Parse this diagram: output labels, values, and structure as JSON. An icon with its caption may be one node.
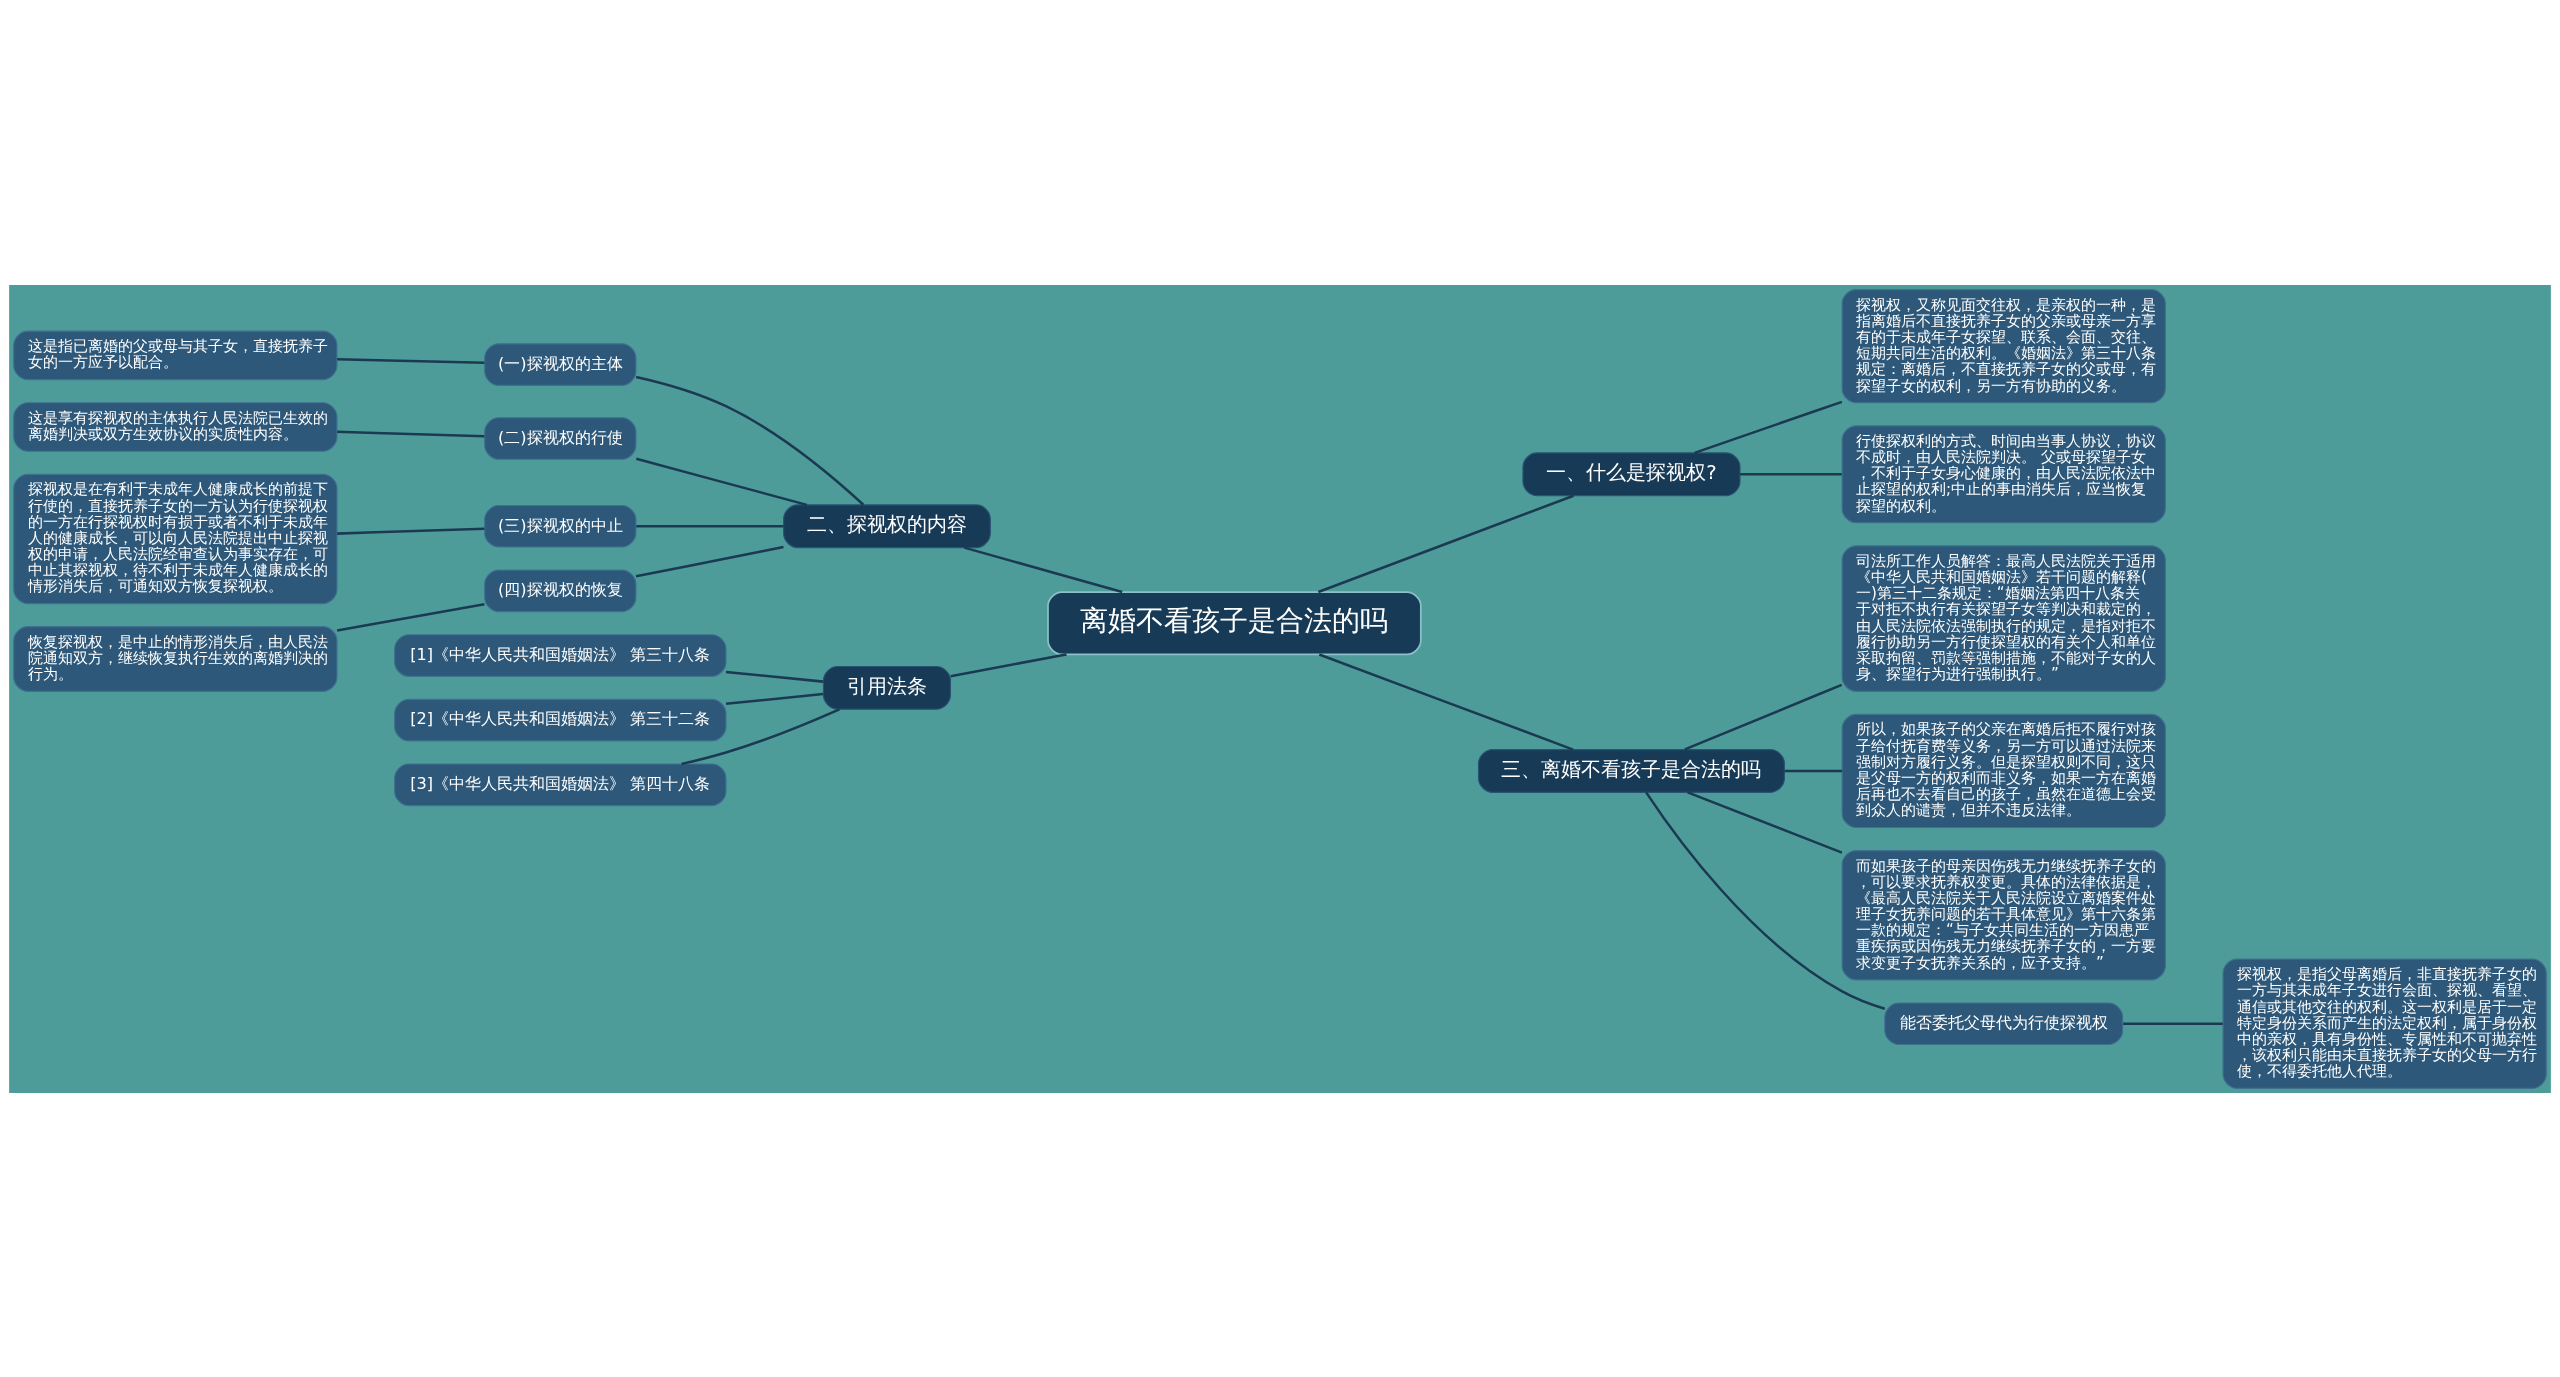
{
  "diagram": {
    "nodes": [
      {
        "text": [
          "离婚不看孩子是合法的吗"
        ]
      },
      {
        "text": [
          "一、什么是探视权?"
        ]
      },
      {
        "text": [
          "探视权，又称见面交往权，是亲权的一种，是指离婚后不直接抚养子女的父亲或母亲一方享有的于未成年子女探望、联系、会面、交往、短期共同生活的权利。《婚姻法》第三十八条规定：离婚后，不直接抚养子女的父或母，有探望子女的权利，另一方有协助的义务。"
        ]
      },
      {
        "text": [
          "行使探权利的方式、时间由当事人协议，协议不成时，由人民法院判决。 父或母探望子女，不利于子女身心健康的，由人民法院依法中止探望的权利;中止的事由消失后，应当恢复探望的权利。"
        ]
      },
      {
        "text": [
          "二、探视权的内容"
        ]
      },
      {
        "text": [
          "(一)探视权的主体"
        ]
      },
      {
        "text": [
          "这是指已离婚的父或母与其子女，直接抚养子女的一方应予以配合。"
        ]
      },
      {
        "text": [
          "(二)探视权的行使"
        ]
      },
      {
        "text": [
          "这是享有探视权的主体执行人民法院已生效的离婚判决或双方生效协议的实质性内容。"
        ]
      },
      {
        "text": [
          "(三)探视权的中止"
        ]
      },
      {
        "text": [
          "探视权是在有利于未成年人健康成长的前提下行使的，直接抚养子女的一方认为行使探视权的一方在行探视权时有损于或者不利于未成年人的健康成长，可以向人民法院提出中止探视权的申请，人民法院经审查认为事实存在，可中止其探视权，待不利于未成年人健康成长的情形消失后，可通知双方恢复探视权。"
        ]
      },
      {
        "text": [
          "(四)探视权的恢复"
        ]
      },
      {
        "text": [
          "恢复探视权，是中止的情形消失后，由人民法院通知双方，继续恢复执行生效的离婚判决的行为。"
        ]
      },
      {
        "text": [
          "三、离婚不看孩子是合法的吗"
        ]
      },
      {
        "text": [
          "司法所工作人员解答：最高人民法院关于适用《中华人民共和国婚姻法》若干问题的解释(一)第三十二条规定：“婚姻法第四十八条关于对拒不执行有关探望子女等判决和裁定的，由人民法院依法强制执行的规定，是指对拒不履行协助另一方行使探望权的有关个人和单位采取拘留、罚款等强制措施，不能对子女的人身、探望行为进行强制执行。”"
        ]
      },
      {
        "text": [
          "所以，如果孩子的父亲在离婚后拒不履行对孩子给付抚育费等义务，另一方可以通过法院来强制对方履行义务。但是探望权则不同，这只是父母一方的权利而非义务，如果一方在离婚后再也不去看自己的孩子，虽然在道德上会受到众人的谴责，但并不违反法律。"
        ]
      },
      {
        "text": [
          "而如果孩子的母亲因伤残无力继续抚养子女的，可以要求抚养权变更。具体的法律依据是，《最高人民法院关于人民法院设立离婚案件处理子女抚养问题的若干具体意见》第十六条第一款的规定：“与子女共同生活的一方因患严重疾病或因伤残无力继续抚养子女的，一方要求变更子女抚养关系的，应予支持。”"
        ]
      },
      {
        "text": [
          "能否委托父母代为行使探视权"
        ]
      },
      {
        "text": [
          "探视权，是指父母离婚后，非直接抚养子女的一方与其未成年子女进行会面、探视、看望、通信或其他交往的权利。这一权利是居于一定特定身份关系而产生的法定权利，属于身份权中的亲权，具有身份性、专属性和不可抛弃性，该权利只能由未直接抚养子女的父母一方行使，不得委托他人代理。"
        ]
      },
      {
        "text": [
          "引用法条"
        ]
      },
      {
        "text": [
          "[1]《中华人民共和国婚姻法》 第三十八条"
        ]
      },
      {
        "text": [
          "[2]《中华人民共和国婚姻法》 第三十二条"
        ]
      },
      {
        "text": [
          "[3]《中华人民共和国婚姻法》 第四十八条"
        ]
      }
    ],
    "edges": [
      {
        "from": 0,
        "to": 1,
        "arrow": "none"
      },
      {
        "from": 1,
        "to": 2,
        "arrow": "none"
      },
      {
        "from": 1,
        "to": 3,
        "arrow": "none"
      },
      {
        "from": 4,
        "to": 0,
        "arrow": "none"
      },
      {
        "from": 5,
        "to": 4,
        "arrow": "none"
      },
      {
        "from": 6,
        "to": 5,
        "arrow": "none"
      },
      {
        "from": 7,
        "to": 4,
        "arrow": "none"
      },
      {
        "from": 8,
        "to": 7,
        "arrow": "none"
      },
      {
        "from": 9,
        "to": 4,
        "arrow": "none"
      },
      {
        "from": 10,
        "to": 9,
        "arrow": "none"
      },
      {
        "from": 11,
        "to": 4,
        "arrow": "none"
      },
      {
        "from": 12,
        "to": 11,
        "arrow": "none"
      },
      {
        "from": 0,
        "to": 13,
        "arrow": "none"
      },
      {
        "from": 13,
        "to": 14,
        "arrow": "none"
      },
      {
        "from": 13,
        "to": 15,
        "arrow": "none"
      },
      {
        "from": 13,
        "to": 16,
        "arrow": "none"
      },
      {
        "from": 13,
        "to": 17,
        "arrow": "none"
      },
      {
        "from": 17,
        "to": 18,
        "arrow": "none"
      },
      {
        "from": 19,
        "to": 0,
        "arrow": "none"
      },
      {
        "from": 20,
        "to": 19,
        "arrow": "none"
      },
      {
        "from": 21,
        "to": 19,
        "arrow": "none"
      },
      {
        "from": 22,
        "to": 19,
        "arrow": "none"
      }
    ]
  }
}
